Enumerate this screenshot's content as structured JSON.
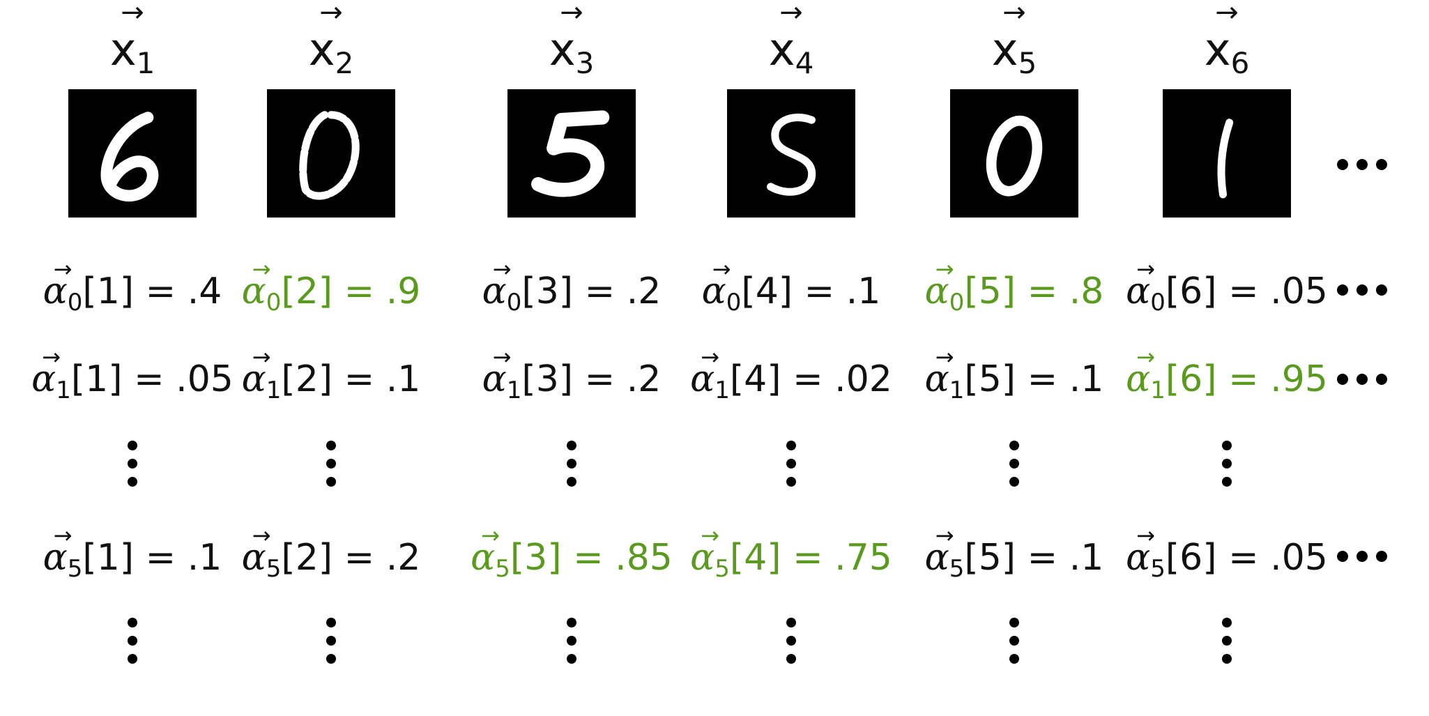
{
  "columns": [
    {
      "x_label": "x",
      "x_sub": "1",
      "digit": "6",
      "r0": {
        "text": "[1] = .4",
        "hl": false
      },
      "r1": {
        "text": "[1] = .05",
        "hl": false
      },
      "r5": {
        "text": "[1] = .1",
        "hl": false
      }
    },
    {
      "x_label": "x",
      "x_sub": "2",
      "digit": "0",
      "r0": {
        "text": "[2] = .9",
        "hl": true
      },
      "r1": {
        "text": "[2] = .1",
        "hl": false
      },
      "r5": {
        "text": "[2] = .2",
        "hl": false
      }
    },
    {
      "x_label": "x",
      "x_sub": "3",
      "digit": "5",
      "r0": {
        "text": "[3] = .2",
        "hl": false
      },
      "r1": {
        "text": "[3] = .2",
        "hl": false
      },
      "r5": {
        "text": "[3] = .85",
        "hl": true
      }
    },
    {
      "x_label": "x",
      "x_sub": "4",
      "digit": "5",
      "r0": {
        "text": "[4] = .1",
        "hl": false
      },
      "r1": {
        "text": "[4] = .02",
        "hl": false
      },
      "r5": {
        "text": "[4] = .75",
        "hl": true
      }
    },
    {
      "x_label": "x",
      "x_sub": "5",
      "digit": "0",
      "r0": {
        "text": "[5] = .8",
        "hl": true
      },
      "r1": {
        "text": "[5] = .1",
        "hl": false
      },
      "r5": {
        "text": "[5] = .1",
        "hl": false
      }
    },
    {
      "x_label": "x",
      "x_sub": "6",
      "digit": "1",
      "r0": {
        "text": "[6] = .05",
        "hl": false
      },
      "r1": {
        "text": "[6] = .95",
        "hl": true
      },
      "r5": {
        "text": "[6] = .05",
        "hl": false
      }
    }
  ],
  "alpha_symbol": "α",
  "vector_arrow": "→",
  "row_subscripts": {
    "r0": "0",
    "r1": "1",
    "r5": "5"
  },
  "colors": {
    "highlight": "#5a9a1e",
    "text": "#111111",
    "image_bg": "#000000",
    "stroke": "#ffffff"
  }
}
